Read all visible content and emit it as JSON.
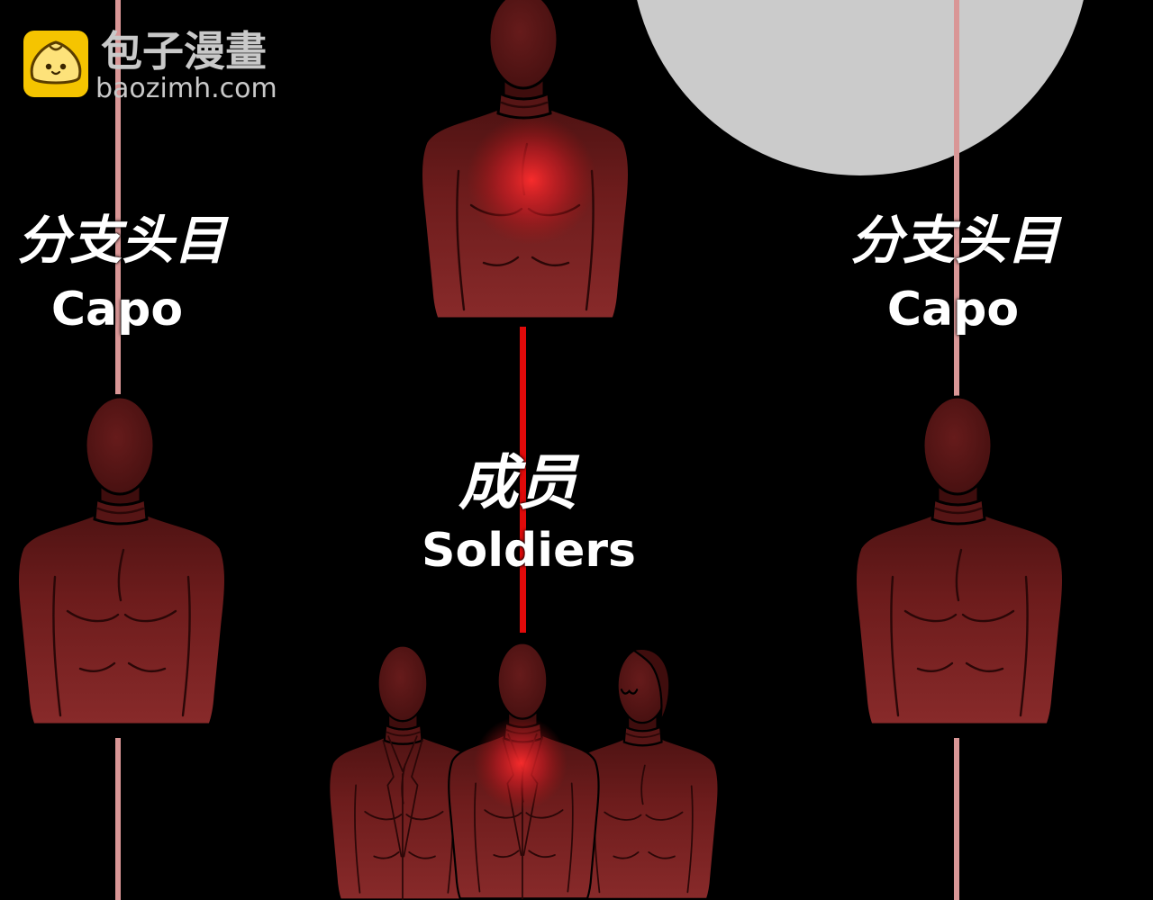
{
  "watermark": {
    "site_name": "包子漫畫",
    "site_url": "baozimh.com",
    "logo_icon": "steamed-bun-icon",
    "logo_color": "#f5c400",
    "text_color": "#c9c9c9"
  },
  "colors": {
    "background": "#000000",
    "moon": "#cbcbcb",
    "guide_line": "#d99696",
    "connector": "#e10a0a",
    "figure": "#7a2222",
    "highlight": "#e0202a"
  },
  "capo_left": {
    "label_cn": "分支头目",
    "label_en": "Capo"
  },
  "capo_right": {
    "label_cn": "分支头目",
    "label_en": "Capo"
  },
  "soldiers": {
    "label_cn": "成员",
    "label_en": "Soldiers"
  }
}
